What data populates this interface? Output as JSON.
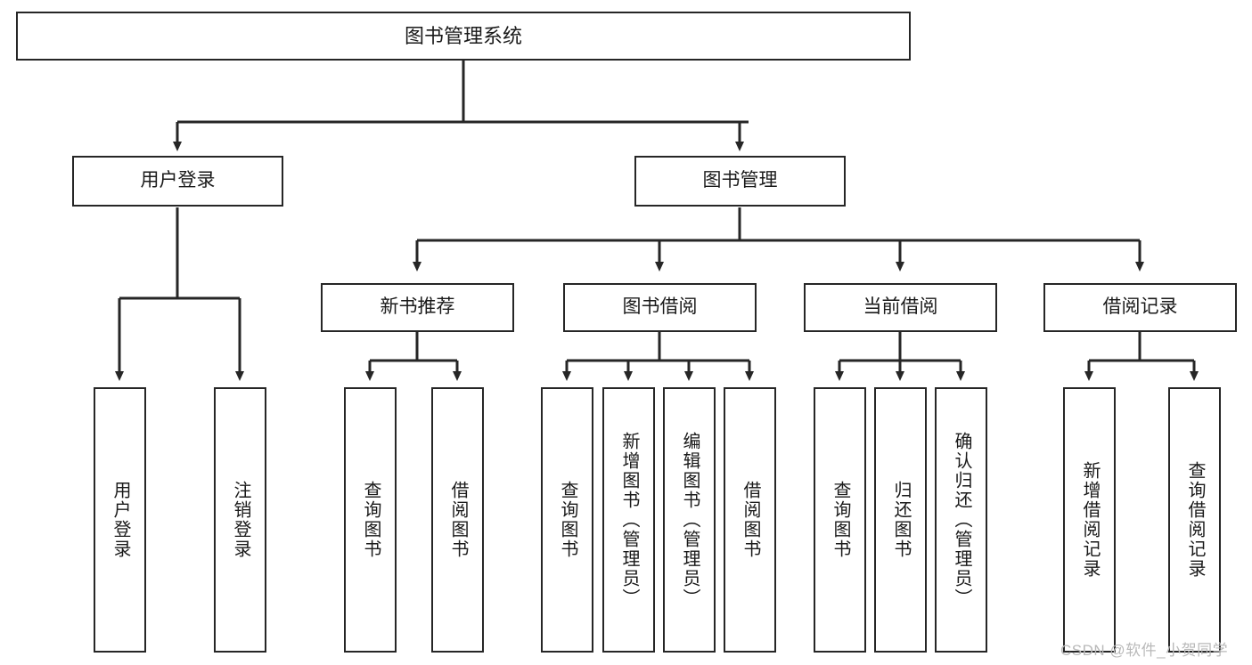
{
  "diagram": {
    "title": "图书管理系统",
    "watermark": "CSDN @软件_小贺同学",
    "colors": {
      "stroke": "#262626",
      "fill": "#ffffff",
      "text": "#1a1a1a",
      "watermark": "#b9b9b9"
    },
    "nodes": {
      "root": {
        "label": "图书管理系统"
      },
      "level1": [
        {
          "id": "user-login",
          "label": "用户登录"
        },
        {
          "id": "book-manage",
          "label": "图书管理"
        }
      ],
      "level2": [
        {
          "id": "new-book-recommend",
          "label": "新书推荐"
        },
        {
          "id": "book-borrow",
          "label": "图书借阅"
        },
        {
          "id": "current-borrow",
          "label": "当前借阅"
        },
        {
          "id": "borrow-record",
          "label": "借阅记录"
        }
      ],
      "leaves": [
        {
          "id": "leaf-user-login",
          "label": "用户登录",
          "parent": "user-login"
        },
        {
          "id": "leaf-logout-login",
          "label": "注销登录",
          "parent": "user-login"
        },
        {
          "id": "leaf-query-book-1",
          "label": "查询图书",
          "parent": "new-book-recommend"
        },
        {
          "id": "leaf-borrow-book-1",
          "label": "借阅图书",
          "parent": "new-book-recommend"
        },
        {
          "id": "leaf-query-book-2",
          "label": "查询图书",
          "parent": "book-borrow"
        },
        {
          "id": "leaf-add-book",
          "label": "新增图书（管理员）",
          "parent": "book-borrow"
        },
        {
          "id": "leaf-edit-book",
          "label": "编辑图书（管理员）",
          "parent": "book-borrow"
        },
        {
          "id": "leaf-borrow-book-2",
          "label": "借阅图书",
          "parent": "book-borrow"
        },
        {
          "id": "leaf-query-book-3",
          "label": "查询图书",
          "parent": "current-borrow"
        },
        {
          "id": "leaf-return-book",
          "label": "归还图书",
          "parent": "current-borrow"
        },
        {
          "id": "leaf-confirm-return",
          "label": "确认归还（管理员）",
          "parent": "current-borrow"
        },
        {
          "id": "leaf-add-record",
          "label": "新增借阅记录",
          "parent": "borrow-record"
        },
        {
          "id": "leaf-query-record",
          "label": "查询借阅记录",
          "parent": "borrow-record"
        }
      ]
    }
  }
}
